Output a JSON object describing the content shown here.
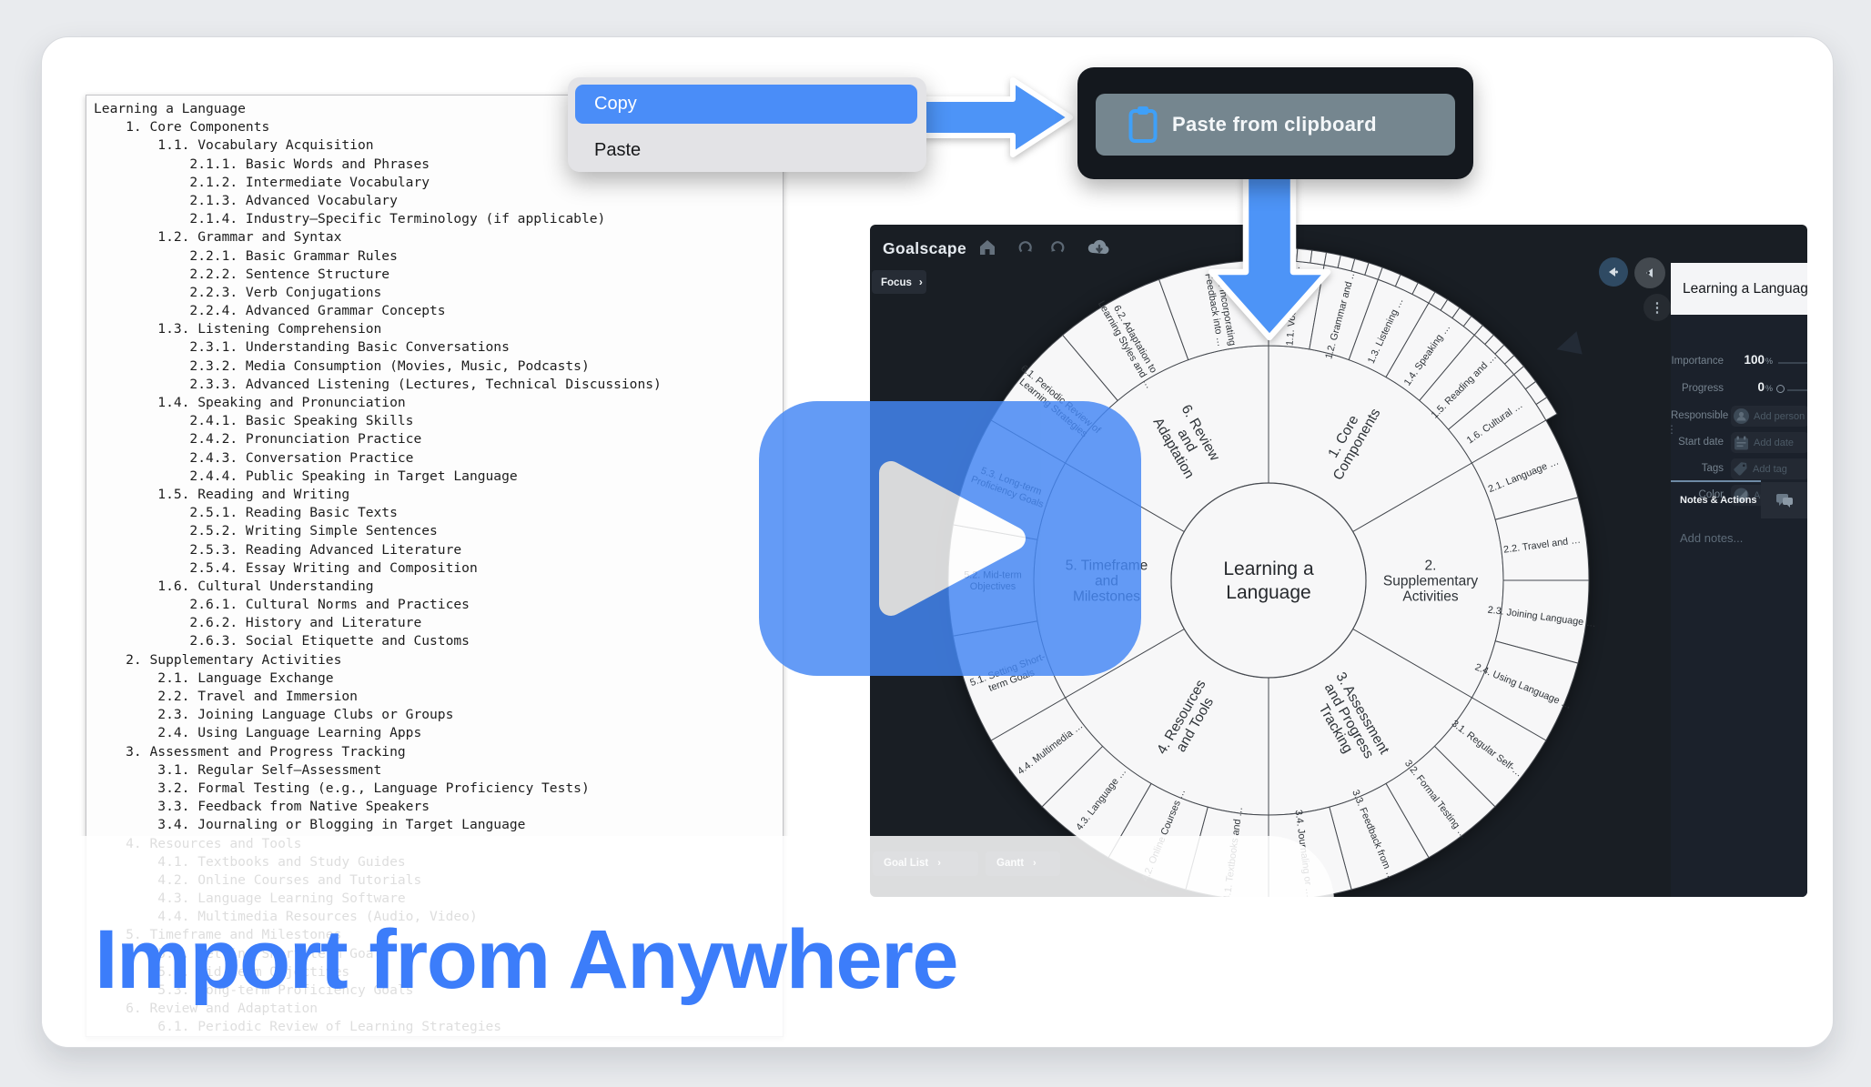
{
  "caption": {
    "title": "Import from Anywhere"
  },
  "context_menu": {
    "items": [
      {
        "label": "Copy",
        "highlighted": true
      },
      {
        "label": "Paste",
        "highlighted": false
      }
    ]
  },
  "clipboard_button": {
    "label": "Paste from clipboard",
    "icon": "clipboard-icon"
  },
  "ui": {
    "chevron": "›",
    "dots": "⋮",
    "grip": "⋮"
  },
  "colors": {
    "accent_blue": "#4487f4",
    "copy_highlight": "#4a8df8",
    "arrow_blue": "#4d94f7",
    "caption_blue": "#3c7dfa",
    "app_background": "#191e24",
    "panel_background": "#1b212b",
    "clip_button_slate": "#75868f",
    "clipboard_icon_blue": "#3fa0f8"
  },
  "document": {
    "lines": [
      "Learning a Language",
      "    1. Core Components",
      "        1.1. Vocabulary Acquisition",
      "            2.1.1. Basic Words and Phrases",
      "            2.1.2. Intermediate Vocabulary",
      "            2.1.3. Advanced Vocabulary",
      "            2.1.4. Industry–Specific Terminology (if applicable)",
      "        1.2. Grammar and Syntax",
      "            2.2.1. Basic Grammar Rules",
      "            2.2.2. Sentence Structure",
      "            2.2.3. Verb Conjugations",
      "            2.2.4. Advanced Grammar Concepts",
      "        1.3. Listening Comprehension",
      "            2.3.1. Understanding Basic Conversations",
      "            2.3.2. Media Consumption (Movies, Music, Podcasts)",
      "            2.3.3. Advanced Listening (Lectures, Technical Discussions)",
      "        1.4. Speaking and Pronunciation",
      "            2.4.1. Basic Speaking Skills",
      "            2.4.2. Pronunciation Practice",
      "            2.4.3. Conversation Practice",
      "            2.4.4. Public Speaking in Target Language",
      "        1.5. Reading and Writing",
      "            2.5.1. Reading Basic Texts",
      "            2.5.2. Writing Simple Sentences",
      "            2.5.3. Reading Advanced Literature",
      "            2.5.4. Essay Writing and Composition",
      "        1.6. Cultural Understanding",
      "            2.6.1. Cultural Norms and Practices",
      "            2.6.2. History and Literature",
      "            2.6.3. Social Etiquette and Customs",
      "    2. Supplementary Activities",
      "        2.1. Language Exchange",
      "        2.2. Travel and Immersion",
      "        2.3. Joining Language Clubs or Groups",
      "        2.4. Using Language Learning Apps",
      "    3. Assessment and Progress Tracking",
      "        3.1. Regular Self–Assessment",
      "        3.2. Formal Testing (e.g., Language Proficiency Tests)",
      "        3.3. Feedback from Native Speakers",
      "        3.4. Journaling or Blogging in Target Language",
      "    4. Resources and Tools",
      "        4.1. Textbooks and Study Guides",
      "        4.2. Online Courses and Tutorials",
      "        4.3. Language Learning Software",
      "        4.4. Multimedia Resources (Audio, Video)",
      "    5. Timeframe and Milestones",
      "        5.1. Setting Short-term Goals",
      "        5.2. Mid-term Objectives",
      "        5.3. Long-term Proficiency Goals",
      "    6. Review and Adaptation",
      "        6.1. Periodic Review of Learning Strategies"
    ]
  },
  "app": {
    "brand": "Goalscape",
    "header_icons": [
      "home-icon",
      "undo-icon",
      "redo-icon",
      "cloud-upload-icon"
    ],
    "focus_button": "Focus",
    "bottom_buttons": [
      "Goal List",
      "Gantt"
    ],
    "sidebar": {
      "title": "Learning a Language",
      "fields": [
        {
          "label": "Importance",
          "value": "100",
          "unit": "%"
        },
        {
          "label": "Progress",
          "value": "0",
          "unit": "%"
        },
        {
          "label": "Responsible",
          "placeholder": "Add person",
          "icon": "person-icon"
        },
        {
          "label": "Start date",
          "placeholder": "Add date",
          "icon": "calendar-icon"
        },
        {
          "label": "Tags",
          "placeholder": "Add tag",
          "icon": "tag-icon"
        },
        {
          "label": "Color",
          "placeholder": "Add color",
          "icon": "color-circle-icon"
        }
      ],
      "tabs": [
        {
          "label": "Notes & Actions"
        },
        {
          "icon": "chat-icon"
        }
      ],
      "notes_placeholder": "Add notes..."
    }
  },
  "chart_data": {
    "type": "sunburst",
    "center_label_lines": [
      "Learning a",
      "Language"
    ],
    "sectors": [
      {
        "name": "1. Core Components",
        "lines": [
          "1. Core",
          "Components"
        ],
        "start": 0,
        "end": 60,
        "children": [
          {
            "lines": [
              "1.1. Vocabulary …"
            ],
            "ticks": 4
          },
          {
            "lines": [
              "1.2. Grammar and …"
            ],
            "ticks": 4
          },
          {
            "lines": [
              "1.3. Listening …"
            ],
            "ticks": 3
          },
          {
            "lines": [
              "1.4. Speaking …"
            ],
            "ticks": 4
          },
          {
            "lines": [
              "1.5. Reading and …"
            ],
            "ticks": 4
          },
          {
            "lines": [
              "1.6. Cultural …"
            ],
            "ticks": 3
          }
        ]
      },
      {
        "name": "2. Supplementary Activities",
        "lines": [
          "2.",
          "Supplementary",
          "Activities"
        ],
        "start": 60,
        "end": 120,
        "children": [
          {
            "lines": [
              "2.1. Language …"
            ]
          },
          {
            "lines": [
              "2.2. Travel and …"
            ]
          },
          {
            "lines": [
              "2.3. Joining Language …"
            ]
          },
          {
            "lines": [
              "2.4. Using Language …"
            ]
          }
        ]
      },
      {
        "name": "3. Assessment and Progress Tracking",
        "lines": [
          "3. Assessment",
          "and Progress",
          "Tracking"
        ],
        "start": 120,
        "end": 180,
        "children": [
          {
            "lines": [
              "3.1. Regular Self-…"
            ]
          },
          {
            "lines": [
              "3.2. Formal Testing …"
            ]
          },
          {
            "lines": [
              "3.3. Feedback from …"
            ]
          },
          {
            "lines": [
              "3.4. Journaling or …"
            ]
          }
        ]
      },
      {
        "name": "4. Resources and Tools",
        "lines": [
          "4. Resources",
          "and Tools"
        ],
        "start": 180,
        "end": 240,
        "children": [
          {
            "lines": [
              "4.1. Textbooks and …"
            ]
          },
          {
            "lines": [
              "4.2. Online Courses …"
            ]
          },
          {
            "lines": [
              "4.3. Language …"
            ]
          },
          {
            "lines": [
              "4.4. Multimedia …"
            ]
          }
        ]
      },
      {
        "name": "5. Timeframe and Milestones",
        "lines": [
          "5. Timeframe",
          "and",
          "Milestones"
        ],
        "start": 240,
        "end": 300,
        "children": [
          {
            "lines": [
              "5.1. Setting Short-",
              "term Goals"
            ]
          },
          {
            "lines": [
              "5.2. Mid-term",
              "Objectives"
            ]
          },
          {
            "lines": [
              "5.3. Long-term",
              "Proficiency Goals"
            ]
          }
        ]
      },
      {
        "name": "6. Review and Adaptation",
        "lines": [
          "6. Review",
          "and",
          "Adaptation"
        ],
        "start": 300,
        "end": 360,
        "children": [
          {
            "lines": [
              "6.1. Periodic Review of",
              "Learning Strategies"
            ]
          },
          {
            "lines": [
              "6.2. Adaptation to",
              "Learning Styles and …"
            ]
          },
          {
            "lines": [
              "6.3. Incorporating",
              "Feedback into …"
            ]
          }
        ]
      }
    ]
  }
}
